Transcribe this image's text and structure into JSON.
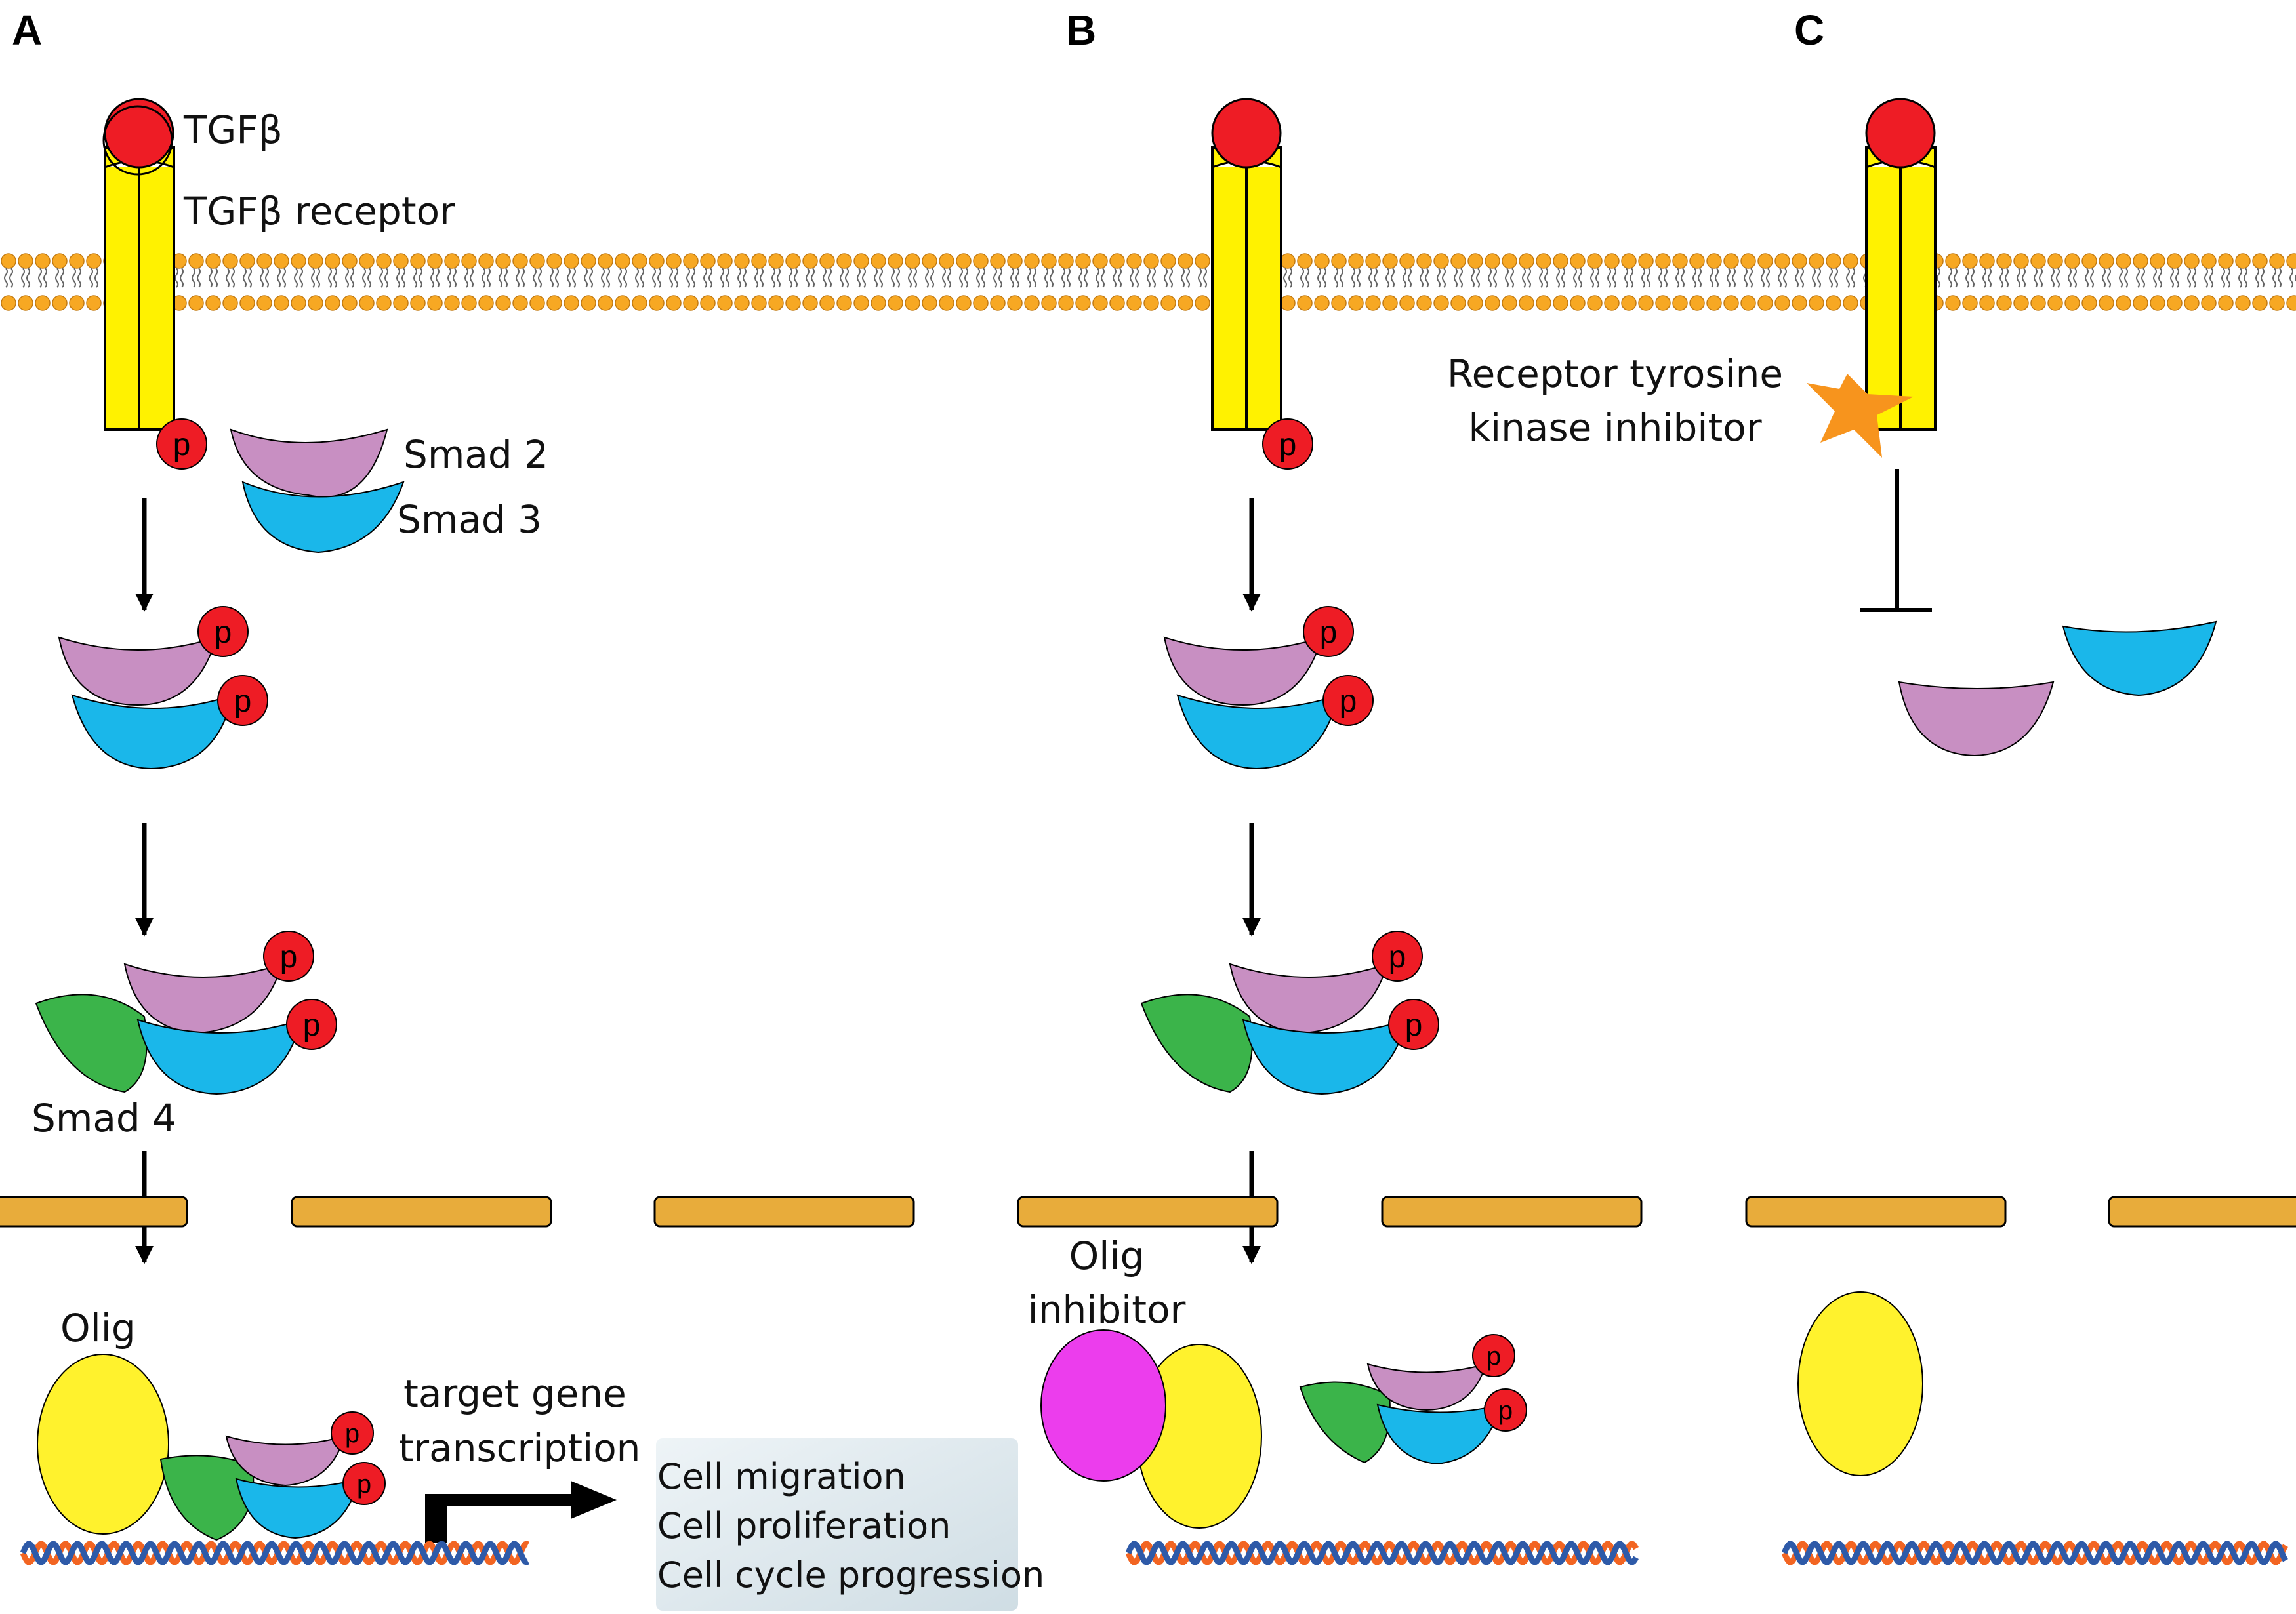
{
  "panels": {
    "a": "A",
    "b": "B",
    "c": "C"
  },
  "labels": {
    "tgfb": "TGFβ",
    "receptor": "TGFβ receptor",
    "smad2": "Smad 2",
    "smad3": "Smad 3",
    "smad4": "Smad 4",
    "olig": "Olig",
    "olig_inhibitor_line1": "Olig",
    "olig_inhibitor_line2": "inhibitor",
    "rtk_line1": "Receptor tyrosine",
    "rtk_line2": "kinase inhibitor",
    "target_line1": "target gene",
    "target_line2": "transcription",
    "phospho": "p"
  },
  "outcomes": [
    "Cell migration",
    "Cell proliferation",
    "Cell cycle progression"
  ],
  "colors": {
    "tgfb": "#ee1c25",
    "receptor": "#fff200",
    "membrane": "#f7a823",
    "smad2": "#c88fc2",
    "smad3": "#1ab7ea",
    "smad4": "#3bb44a",
    "olig": "#fff22d",
    "olig_inhibitor": "#ec3ded",
    "rtk_inhibitor": "#f7941d",
    "nuclear_envelope": "#e8ac3b",
    "dna_a": "#f26522",
    "dna_b": "#2e5aa8"
  }
}
